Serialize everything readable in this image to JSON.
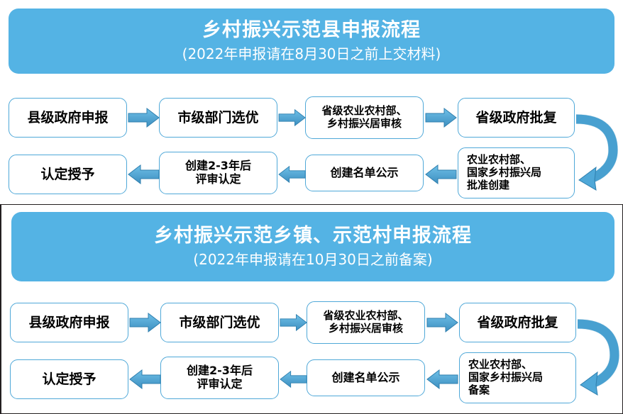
{
  "meta": {
    "accent_blue": "#54b3e4",
    "box_border": "#4fa8d8",
    "arrow_fill": "#4fa8d8",
    "frame_color": "#231f20",
    "text_color": "#000000"
  },
  "sections": [
    {
      "id": "county-demo-process",
      "banner": {
        "title": "乡村振兴示范县申报流程",
        "subtitle": "(2022年申报请在8月30日之前上交材料)"
      },
      "row1": [
        {
          "id": "node-county-apply",
          "lines": [
            "县级政府申报"
          ]
        },
        {
          "id": "node-city-select",
          "lines": [
            "市级部门选优"
          ]
        },
        {
          "id": "node-province-review",
          "lines": [
            "省级农业农村部、",
            "乡村振兴居审核"
          ]
        },
        {
          "id": "node-province-reply",
          "lines": [
            "省级政府批复"
          ]
        }
      ],
      "row2": [
        {
          "id": "node-award",
          "lines": [
            "认定授予"
          ]
        },
        {
          "id": "node-review-2-3y",
          "lines": [
            "创建2-3年后",
            "评审认定"
          ]
        },
        {
          "id": "node-list-publicity",
          "lines": [
            "创建名单公示"
          ]
        },
        {
          "id": "node-ministry-approve",
          "lines": [
            "农业农村部、",
            "国家乡村振兴局",
            "批准创建"
          ]
        }
      ]
    },
    {
      "id": "town-village-demo-process",
      "banner": {
        "title": "乡村振兴示范乡镇、示范村申报流程",
        "subtitle": "(2022年申报请在10月30日之前备案)"
      },
      "row1": [
        {
          "id": "node-county-apply-2",
          "lines": [
            "县级政府申报"
          ]
        },
        {
          "id": "node-city-select-2",
          "lines": [
            "市级部门选优"
          ]
        },
        {
          "id": "node-province-review-2",
          "lines": [
            "省级农业农村部、",
            "乡村振兴居审核"
          ]
        },
        {
          "id": "node-province-reply-2",
          "lines": [
            "省级政府批复"
          ]
        }
      ],
      "row2": [
        {
          "id": "node-award-2",
          "lines": [
            "认定授予"
          ]
        },
        {
          "id": "node-review-2-3y-2",
          "lines": [
            "创建2-3年后",
            "评审认定"
          ]
        },
        {
          "id": "node-list-publicity-2",
          "lines": [
            "创建名单公示"
          ]
        },
        {
          "id": "node-ministry-record",
          "lines": [
            "农业农村部、",
            "国家乡村振兴局",
            "备案"
          ]
        }
      ]
    }
  ]
}
